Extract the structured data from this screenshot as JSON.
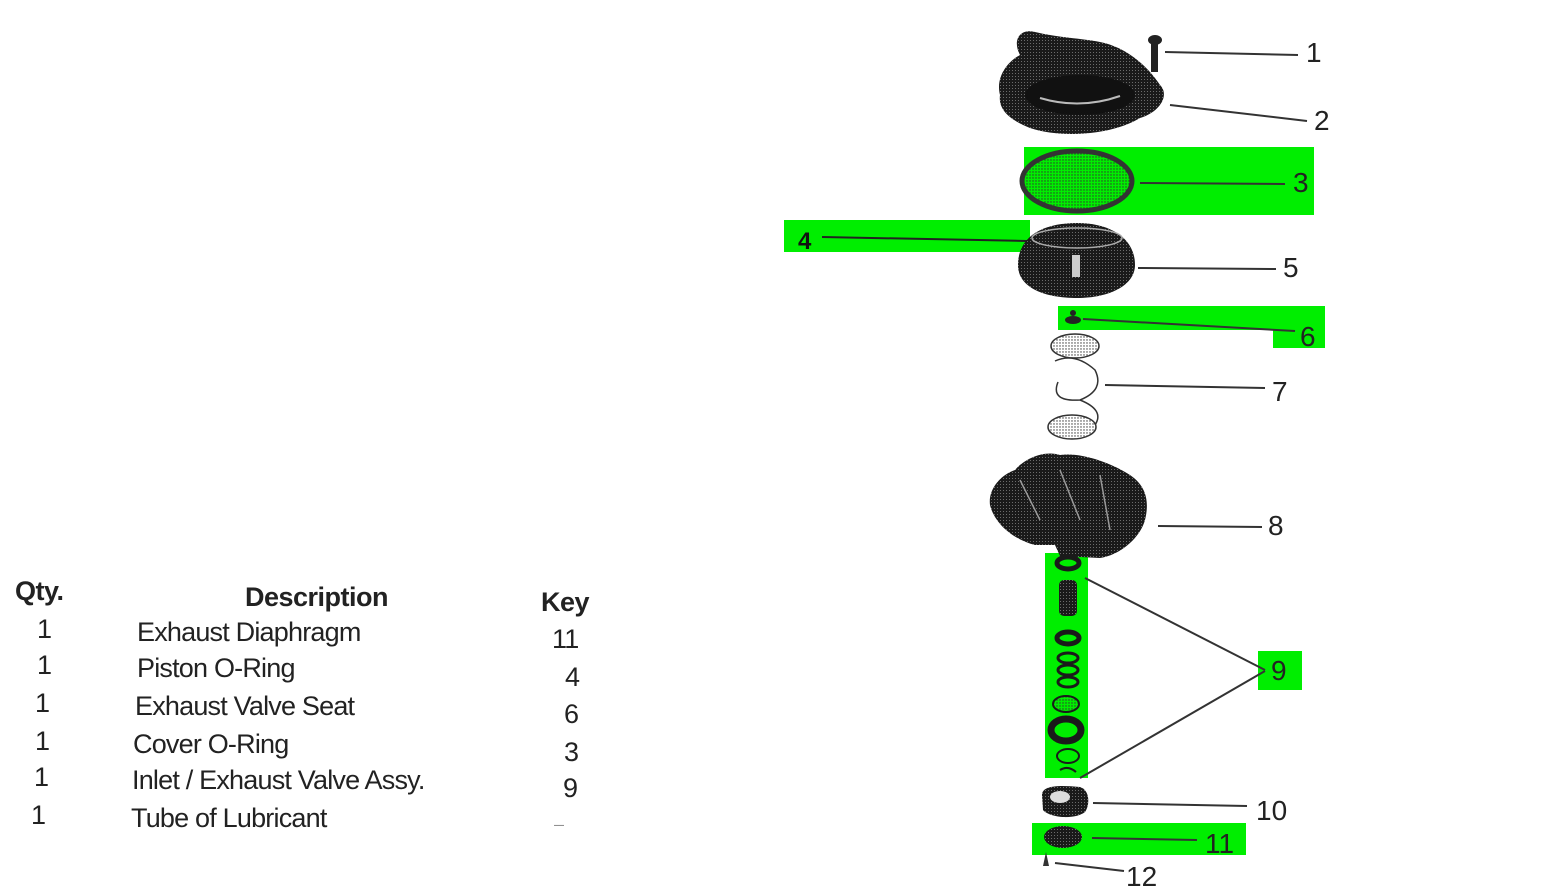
{
  "table": {
    "headers": {
      "qty": "Qty.",
      "description": "Description",
      "key": "Key"
    },
    "rows": [
      {
        "qty": "1",
        "description": "Exhaust Diaphragm",
        "key": "11"
      },
      {
        "qty": "1",
        "description": "Piston O-Ring",
        "key": "4"
      },
      {
        "qty": "1",
        "description": "Exhaust Valve Seat",
        "key": "6"
      },
      {
        "qty": "1",
        "description": "Cover O-Ring",
        "key": "3"
      },
      {
        "qty": "1",
        "description": "Inlet / Exhaust Valve Assy.",
        "key": "9"
      },
      {
        "qty": "1",
        "description": "Tube of Lubricant",
        "key": "—"
      }
    ]
  },
  "diagram": {
    "highlight_color": "#00ee00",
    "callouts": [
      {
        "label": "1",
        "part": "screw",
        "highlighted": false
      },
      {
        "label": "2",
        "part": "cover",
        "highlighted": false
      },
      {
        "label": "3",
        "part": "cover-o-ring",
        "highlighted": true
      },
      {
        "label": "4",
        "part": "piston-o-ring",
        "highlighted": true
      },
      {
        "label": "5",
        "part": "piston",
        "highlighted": false
      },
      {
        "label": "6",
        "part": "exhaust-valve-seat",
        "highlighted": true
      },
      {
        "label": "7",
        "part": "spring",
        "highlighted": false
      },
      {
        "label": "8",
        "part": "body",
        "highlighted": false
      },
      {
        "label": "9",
        "part": "inlet-exhaust-valve-assembly",
        "highlighted": true
      },
      {
        "label": "10",
        "part": "valve-cap",
        "highlighted": false
      },
      {
        "label": "11",
        "part": "exhaust-diaphragm",
        "highlighted": true
      },
      {
        "label": "12",
        "part": "small-fitting",
        "highlighted": false
      }
    ]
  }
}
